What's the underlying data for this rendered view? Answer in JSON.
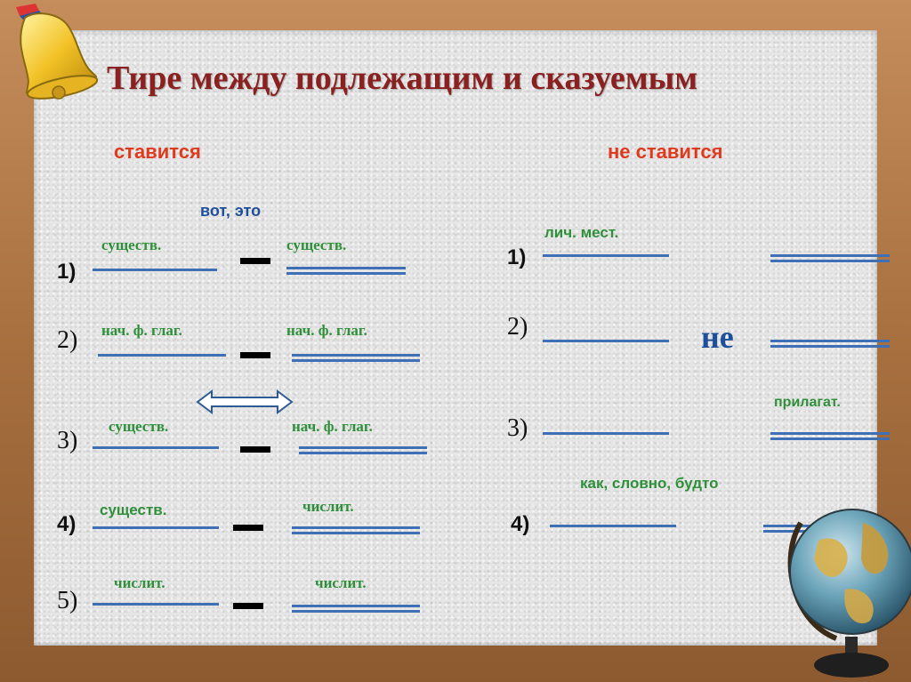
{
  "title": "Тире между подлежащим и сказуемым",
  "left": {
    "heading": "ставится",
    "note": "вот, это",
    "rows": [
      {
        "num": "1)",
        "left_label": "существ.",
        "right_label": "существ."
      },
      {
        "num": "2)",
        "left_label": "нач. ф. глаг.",
        "right_label": "нач. ф. глаг."
      },
      {
        "num": "3)",
        "left_label": "существ.",
        "right_label": "нач. ф. глаг."
      },
      {
        "num": "4)",
        "left_label": "существ.",
        "right_label": "числит."
      },
      {
        "num": "5)",
        "left_label": "числит.",
        "right_label": "числит."
      }
    ]
  },
  "right": {
    "heading": "не ставится",
    "rows": [
      {
        "num": "1)",
        "label": "лич. мест."
      },
      {
        "num": "2)",
        "particle": "не"
      },
      {
        "num": "3)",
        "label": "прилагат."
      },
      {
        "num": "4)",
        "label": "как, словно, будто"
      }
    ]
  },
  "colors": {
    "title": "#8b2020",
    "heading": "#e03a1e",
    "label": "#2f8f3a",
    "line": "#3f6fb5",
    "accent": "#1e4f9a"
  },
  "decor": {
    "top_left": "bell-icon",
    "bottom_right": "globe-icon"
  }
}
